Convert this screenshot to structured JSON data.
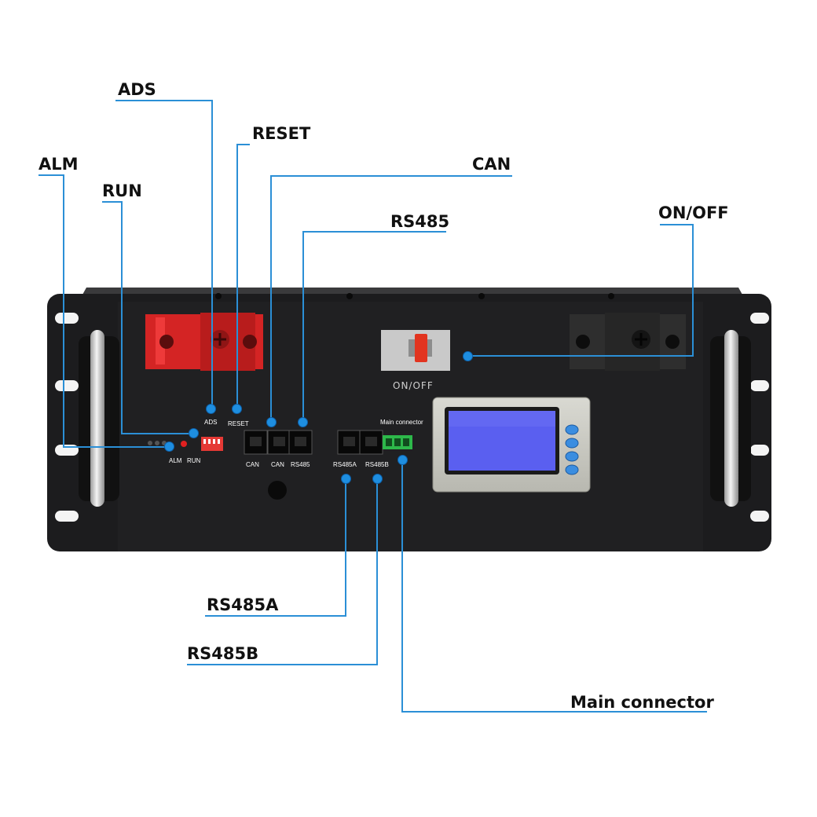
{
  "callouts": {
    "ads": "ADS",
    "reset": "RESET",
    "alm": "ALM",
    "run": "RUN",
    "can": "CAN",
    "rs485": "RS485",
    "onoff": "ON/OFF",
    "rs485a": "RS485A",
    "rs485b": "RS485B",
    "main_connector": "Main connector"
  },
  "panel": {
    "ads": "ADS",
    "reset": "RESET",
    "alm": "ALM",
    "run": "RUN",
    "can1": "CAN",
    "can2": "CAN",
    "rs485": "RS485",
    "rs485a": "RS485A",
    "rs485b": "RS485B",
    "main_connector": "Main connector",
    "switch_on": "ON",
    "switch_off": "OFF"
  },
  "colors": {
    "accent_line": "#2b8fd6",
    "panel": "#1c1c1e",
    "positive_terminal": "#d42424",
    "negative_terminal": "#2e2e2e",
    "lcd_screen": "#5a5ff0",
    "connector_green": "#2db84a"
  },
  "icons": [
    "rj45-port-icon",
    "dip-switch-icon",
    "breaker-switch-icon",
    "terminal-bolt-icon",
    "handle-icon",
    "lcd-button-icon"
  ]
}
